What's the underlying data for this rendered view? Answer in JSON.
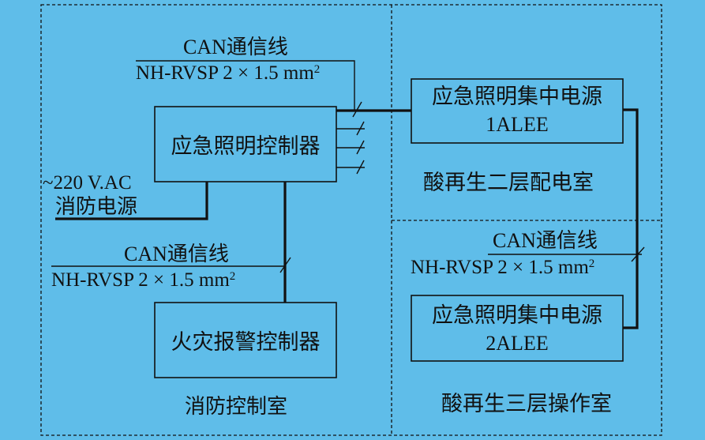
{
  "colors": {
    "background": "#5fbde9",
    "line": "#111111"
  },
  "regions": {
    "fire_room": "消防控制室",
    "acid_2f": "酸再生二层配电室",
    "acid_3f": "酸再生三层操作室"
  },
  "boxes": {
    "controller": "应急照明控制器",
    "alarm": "火灾报警控制器",
    "psu1": {
      "line1": "应急照明集中电源",
      "line2": "1ALEE"
    },
    "psu2": {
      "line1": "应急照明集中电源",
      "line2": "2ALEE"
    }
  },
  "cables": {
    "top": {
      "name": "CAN通信线",
      "spec": "NH-RVSP 2 × 1.5 mm",
      "sup": "2"
    },
    "mid": {
      "name": "CAN通信线",
      "spec": "NH-RVSP 2 × 1.5 mm",
      "sup": "2"
    },
    "right": {
      "name": "CAN通信线",
      "spec": "NH-RVSP 2 × 1.5 mm",
      "sup": "2"
    }
  },
  "power": {
    "voltage": "~220 V.AC",
    "source": "消防电源"
  }
}
